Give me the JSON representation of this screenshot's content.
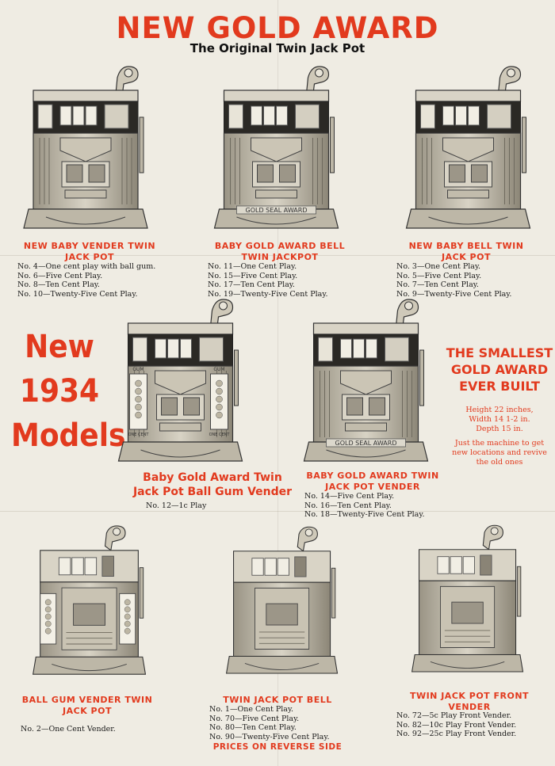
{
  "title": "NEW GOLD AWARD",
  "subtitle": "The Original Twin Jack Pot",
  "machines": [
    {
      "name": "NEW BABY VENDER TWIN JACK POT",
      "name_lines": [
        "NEW BABY VENDER TWIN",
        "JACK POT"
      ],
      "plays": [
        "No.  4—One cent play with ball gum.",
        "No.  6—Five Cent Play.",
        "No.  8—Ten Cent Play.",
        "No. 10—Twenty-Five Cent Play."
      ]
    },
    {
      "name": "BABY GOLD AWARD BELL TWIN JACKPOT",
      "name_lines": [
        "BABY GOLD AWARD BELL",
        "TWIN JACKPOT"
      ],
      "plays": [
        "No. 11—One Cent Play.",
        "No. 15—Five Cent Play.",
        "No. 17—Ten Cent Play.",
        "No. 19—Twenty-Five Cent Play."
      ],
      "plate": "GOLD SEAL AWARD"
    },
    {
      "name": "NEW BABY BELL TWIN JACK POT",
      "name_lines": [
        "NEW BABY BELL TWIN",
        "JACK POT"
      ],
      "plays": [
        "No.  3—One Cent Play.",
        "No.  5—Five Cent Play.",
        "No.  7—Ten Cent Play.",
        "No.  9—Twenty-Five Cent Play."
      ]
    },
    {
      "name": "Baby Gold Award Twin Jack Pot Ball Gum Vender",
      "name_lines": [
        "Baby Gold Award Twin",
        "Jack Pot Ball Gum Vender"
      ],
      "plays": [
        "No. 12—1c Play"
      ],
      "side_left": "GUM",
      "side_left2": "ONE CENT",
      "side_right": "GUM",
      "side_right2": "ONE CENT"
    },
    {
      "name": "BABY GOLD AWARD TWIN JACK POT VENDER",
      "name_lines": [
        "BABY GOLD AWARD TWIN",
        "JACK POT VENDER"
      ],
      "plays": [
        "No. 14—Five Cent Play.",
        "No. 16—Ten Cent Play.",
        "No. 18—Twenty-Five Cent Play."
      ],
      "plate": "GOLD SEAL AWARD"
    },
    {
      "name": "BALL GUM VENDER TWIN JACK POT",
      "name_lines": [
        "BALL GUM VENDER TWIN",
        "JACK POT"
      ],
      "plays": [
        "No. 2—One Cent Vender."
      ]
    },
    {
      "name": "TWIN JACK POT BELL",
      "name_lines": [
        "TWIN JACK POT BELL"
      ],
      "plays": [
        "No.  1—One Cent Play.",
        "No. 70—Five Cent Play.",
        "No. 80—Ten Cent Play.",
        "No. 90—Twenty-Five Cent Play."
      ]
    },
    {
      "name": "TWIN JACK POT FRONT VENDER",
      "name_lines": [
        "TWIN JACK POT FRONT",
        "VENDER"
      ],
      "plays": [
        "No. 72—5c Play Front Vender.",
        "No. 82—10c Play Front Vender.",
        "No. 92—25c Play Front Vender."
      ]
    }
  ],
  "new_models": [
    "New",
    "1934",
    "Models"
  ],
  "smallest": {
    "lines": [
      "THE SMALLEST",
      "GOLD AWARD",
      "EVER BUILT"
    ],
    "dims": [
      "Height 22 inches,",
      "Width 14 1-2 in.",
      "Depth 15 in."
    ],
    "pitch": [
      "Just the machine to get",
      "new locations and revive",
      "the old ones"
    ]
  },
  "footer": "PRICES ON REVERSE SIDE",
  "colors": {
    "accent": "#e23a1e",
    "paper": "#efece3",
    "ink": "#1a1a1a"
  }
}
